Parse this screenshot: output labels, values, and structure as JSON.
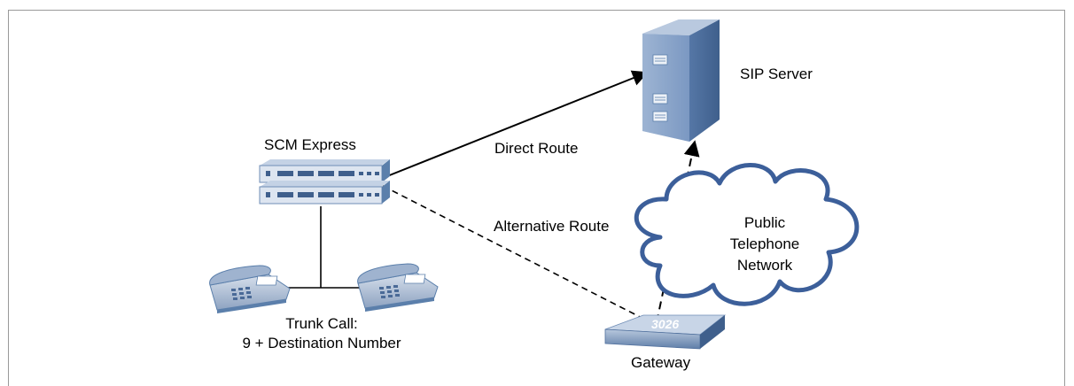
{
  "labels": {
    "sip_server": "SIP Server",
    "scm_express": "SCM Express",
    "direct_route": "Direct Route",
    "alternative_route": "Alternative Route",
    "cloud_line1": "Public",
    "cloud_line2": "Telephone",
    "cloud_line3": "Network",
    "trunk_line1": "Trunk Call:",
    "trunk_line2": "9 + Destination Number",
    "gateway": "Gateway",
    "gateway_badge": "3026"
  },
  "icons": [
    "server-icon",
    "switch-icon",
    "phone-icon",
    "cloud-icon",
    "gateway-icon"
  ],
  "colors": {
    "device_blue": "#5b7fab",
    "cloud_outline": "#3c5f9a"
  }
}
